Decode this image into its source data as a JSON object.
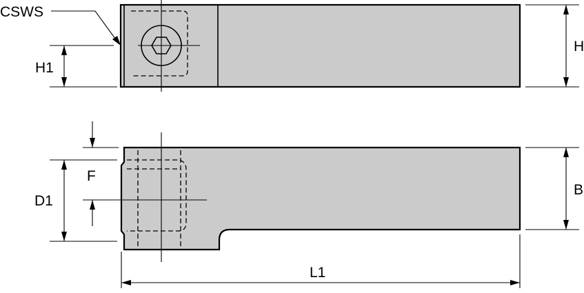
{
  "labels": {
    "csws": "CSWS",
    "h1": "H1",
    "h": "H",
    "f": "F",
    "d1": "D1",
    "b": "B",
    "l1": "L1"
  },
  "colors": {
    "body_fill": "#cbcbcb",
    "line": "#000000",
    "background": "#ffffff"
  }
}
